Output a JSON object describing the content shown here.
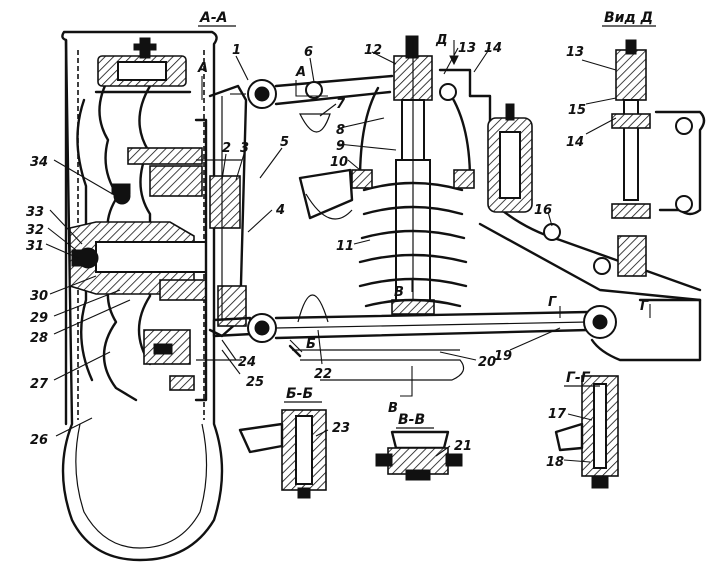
{
  "sections": {
    "aa": "А-А",
    "bb": "Б-Б",
    "vv": "В-В",
    "gg": "Г-Г",
    "vid_d": "Вид Д"
  },
  "markers": {
    "a_top": "А",
    "a_mid": "А",
    "d_arrow": "Д",
    "b_mark": "Б",
    "v_upper": "В",
    "v_lower": "В",
    "g_upper": "Г",
    "g_right": "Г"
  },
  "callouts": {
    "n1": "1",
    "n2": "2",
    "n3": "3",
    "n4": "4",
    "n5": "5",
    "n6": "6",
    "n7": "7",
    "n8": "8",
    "n9": "9",
    "n10": "10",
    "n11": "11",
    "n12": "12",
    "n13": "13",
    "n14": "14",
    "n13b": "13",
    "n14b": "14",
    "n15": "15",
    "n16": "16",
    "n17": "17",
    "n18": "18",
    "n19": "19",
    "n20": "20",
    "n21": "21",
    "n22": "22",
    "n23": "23",
    "n24": "24",
    "n25": "25",
    "n26": "26",
    "n27": "27",
    "n28": "28",
    "n29": "29",
    "n30": "30",
    "n31": "31",
    "n32": "32",
    "n33": "33",
    "n34": "34"
  }
}
